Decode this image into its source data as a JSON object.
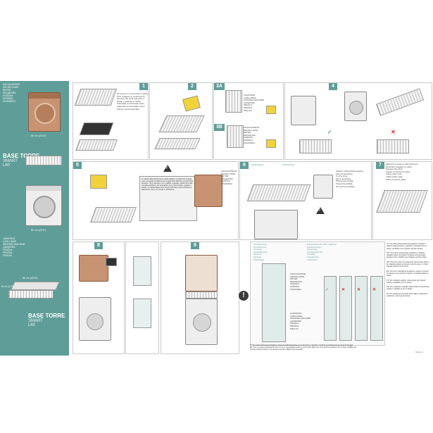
{
  "sidebar": {
    "top_list": [
      "ASCIUGATRICE",
      "SECHE-LINGE",
      "DRYER",
      "SECADORA",
      "SUŠIČKA",
      "SUŠIČKA",
      "SUSZARKA"
    ],
    "bottom_list": [
      "LAVATRICE",
      "LAVE-LINGE",
      "WASHING MACHINE",
      "LAVADORA",
      "PRAČKA",
      "PRAČKA",
      "PRALKA"
    ],
    "title1": "BASE TORRE",
    "title1_sub": "SMART",
    "title1_code": "L60",
    "title2": "BASE TORRE",
    "title2_sub": "SMART",
    "title2_code": "L60",
    "dim_width": "60 cm (23.6\")",
    "dim_depth": "60 cm (23.6\")",
    "dim_height": "8 cm (3.1\")",
    "dim_depth2": "60 cm (23.6\")"
  },
  "steps": {
    "s1": {
      "num": "1",
      "lines": [
        "Rimuovere e conservare il ripiano",
        "Ôtez l'étagère et conservez-la",
        "Remove the shelf and store it",
        "Quitar y guardar la repisa",
        "Odstraňte a uschovejte polici",
        "Odstráňte a uschovajte policu",
        "Wyjmij i zachowaj półkę"
      ]
    },
    "s2": {
      "num": "2"
    },
    "s3a": {
      "num": "3A",
      "lines": [
        "LAVATRICE",
        "LAVE-LINGE",
        "WASHING MACHINE",
        "LAVADORA",
        "PRAČKA",
        "PRAČKA",
        "PRALKA"
      ]
    },
    "s3b": {
      "num": "3B",
      "lines": [
        "ASCIUGATRICE",
        "SECHE-LINGE",
        "DRYER",
        "SECADORA",
        "SUŠIČKA",
        "SUŠIČKA",
        "SUSZARKA"
      ]
    },
    "s4": {
      "num": "4"
    },
    "s5": {
      "num": "5",
      "warning": "!",
      "bubble": "N: Ideale della distribuzione delle lavatrici: I piedini del modulo sono prepagati di fabbrica per supportare l'altezza corretta della lavatrice. Se il pannello non è stabile, regolare i piedini fino alla corretta posizione. Se la lavatrice non è orizzontale, regolare i piedini. Il modulo Base Torre Smart L60 deve essere fissato al pavimento con le viti fornite in dotazione.",
      "labels": [
        "ASCIUGATRICE",
        "SECHE-LINGE",
        "DRYER",
        "SECADORA",
        "SUŠIČKA",
        "SUSZARKA"
      ]
    },
    "s6": {
      "num": "6",
      "opt1": "OPZIONALE",
      "opt2": "OPZIONALE",
      "lines": [
        "Fissare l'unità all'asciugatrice",
        "Fixez la sécheuse",
        "Fix the dryer",
        "Fije la secadora",
        "Připevněte sušičku",
        "Pripevnite sušičku",
        "Przymocuj suszarkę"
      ]
    },
    "s7": {
      "num": "7",
      "lines": [
        "Riinserire il ripiano nella posizione",
        "Remettez l'étagère en place",
        "Reinsert the shelf",
        "Vuelva a colocar la repisa",
        "Vraťte polici zpět",
        "Vráťte policu späť",
        "Włóż ponownie półkę"
      ]
    },
    "s8": {
      "num": "8"
    },
    "s9": {
      "num": "9"
    },
    "strip": {
      "head_left": [
        "Correttamente",
        "Correctement",
        "Correctly",
        "Correctamente",
        "Správně",
        "Správne",
        "Prawidłowo"
      ],
      "head_right": [
        "Posizionamento delle macchine",
        "Positionnement",
        "Positioning",
        "Posicionamiento",
        "Umístění",
        "Umiestnenie",
        "Ustawienie"
      ],
      "mid_labels": [
        "ASCIUGATRICE",
        "SECHE-LINGE",
        "DRYER",
        "SECADORA",
        "SUŠIČKA",
        "SUŠIČKA",
        "SUSZARKA"
      ],
      "bot_labels": [
        "LAVATRICE",
        "LAVE-LINGE",
        "WASHING MACHINE",
        "LAVADORA",
        "PRAČKA",
        "PRAČKA",
        "PRALKA"
      ],
      "excl": "!"
    },
    "notes": [
      "IT: Una volta posizionata l'asciugatrice, inserire il ripiano nella posizione originale e spingerlo fino in fondo. Verificare che il ripiano sia ben fissato.",
      "FR: Une fois le sèche-linge positionné, replacer l'étagère dans sa position d'origine et la pousser jusqu'au fond. Vérifier que l'étagère est bien fixée.",
      "EN: Once the dryer is positioned, reinsert the shelf in its original position and push it all the way in. Check that the shelf is firmly fixed.",
      "ES: Una vez colocada la secadora, vuelva a colocar la repisa en su posición original y empújela hasta el fondo.",
      "CS: Po umístění sušičky vraťte polici do původní polohy a zatlačte ji až na doraz.",
      "SK: Po umiestnení sušičky vráťte policu do pôvodnej polohy a zatlačte ju až na doraz.",
      "PL: Po ustawieniu suszarki włóż półkę w pierwotne położenie i wsuń ją do końca."
    ],
    "footer_notes": [
      "IT: Una volta posizionata l'asciugatrice, fissare la staffa alla parete con le viti fornite in dotazione. Verificare periodicamente la tenuta dei fissaggi.",
      "EN: Once you have positioned the dryer on top of your washing machine, put the tabs tight so as to prevent the machines from moving or falling over.",
      "Perform periodic checks on the fasteners and the stability of the assembly."
    ],
    "code": "96xxxxxxx"
  },
  "colors": {
    "accent": "#5f9d98",
    "machine": "#c79372",
    "warning": "#f2d23a",
    "stop": "#d0342c"
  }
}
